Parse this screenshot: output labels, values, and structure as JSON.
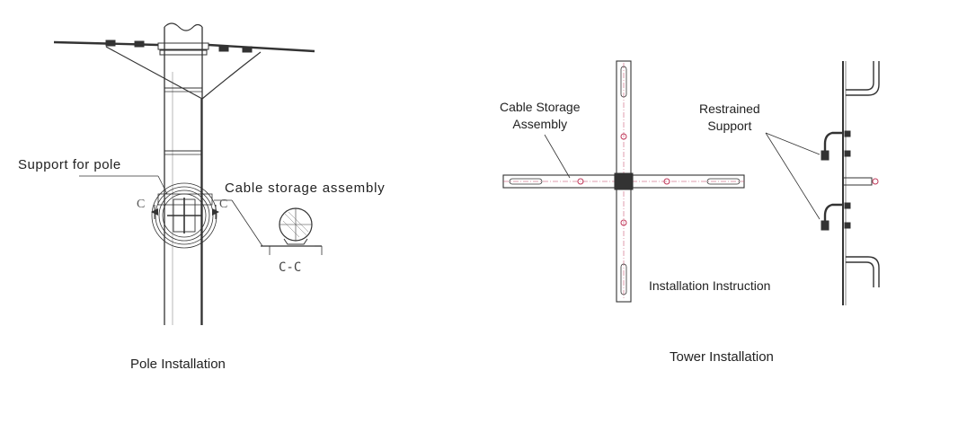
{
  "pole": {
    "support_label": "Support for pole",
    "cable_label": "Cable storage assembly",
    "section_mark_left": "C",
    "section_mark_right": "C",
    "section_label": "C-C",
    "caption": "Pole Installation"
  },
  "tower": {
    "cable_label_line1": "Cable Storage",
    "cable_label_line2": "Assembly",
    "support_label_line1": "Restrained",
    "support_label_line2": "Support",
    "instruction_label": "Installation Instruction",
    "caption": "Tower Installation"
  },
  "colors": {
    "line": "#333333",
    "accent": "#c0395a"
  }
}
